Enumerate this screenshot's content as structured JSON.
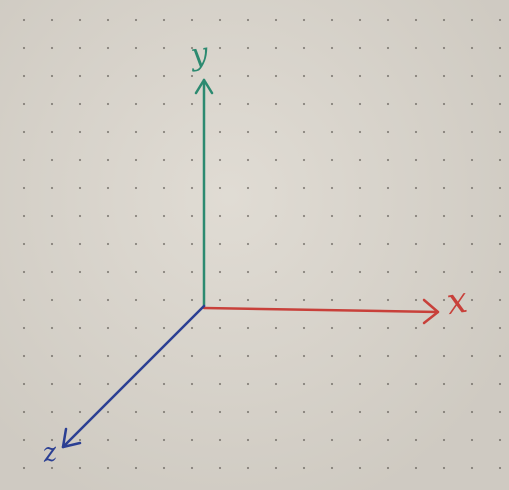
{
  "axes": {
    "x": {
      "label": "x",
      "color": "#c8403a"
    },
    "y": {
      "label": "y",
      "color": "#2c8a70"
    },
    "z": {
      "label": "z",
      "color": "#2b3f93"
    }
  },
  "background": {
    "paper": "#dcd7ce",
    "dot_color": "#4a4540"
  }
}
